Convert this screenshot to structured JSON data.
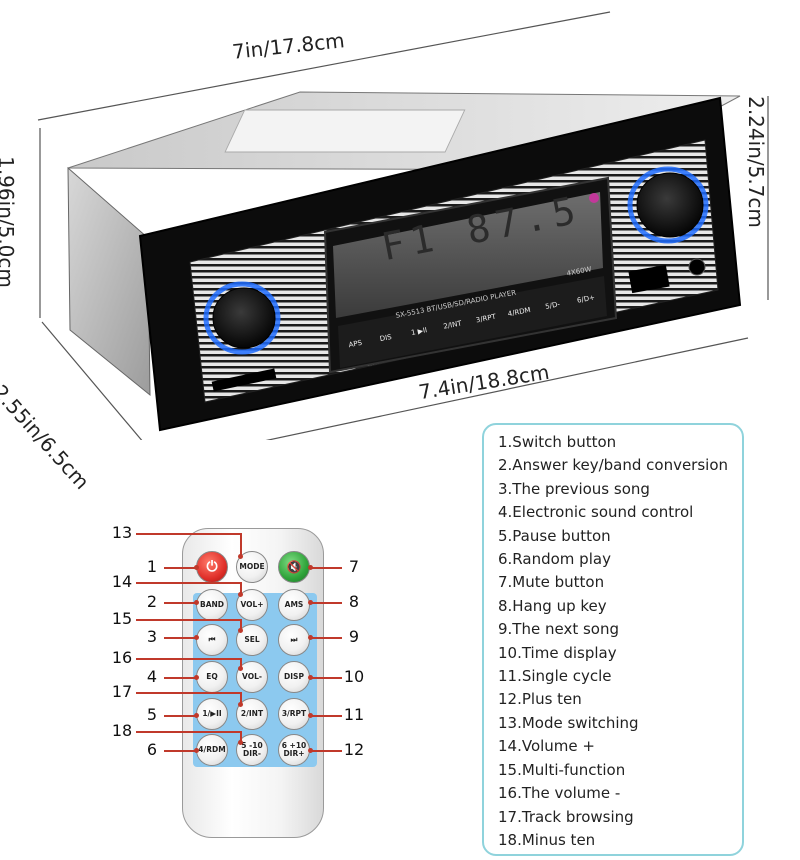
{
  "dimensions": {
    "width_label": "7in/17.8cm",
    "front_width_label": "7.4in/18.8cm",
    "depth_label": "2.55in/6.5cm",
    "height_left_label": "1.96in/5.0cm",
    "height_right_label": "2.24in/5.7cm"
  },
  "stereo": {
    "display_text": "F1 87.5",
    "model_label": "SX-5513   BT/USB/SD/RADIO PLAYER",
    "power_label": "4X60W",
    "aps_label": "APS",
    "button_labels": [
      "DIS",
      "1 ▶II",
      "2/INT",
      "3/RPT",
      "4/RDM",
      "5/D-",
      "6/D+"
    ]
  },
  "remote": {
    "buttons": [
      {
        "id": "1",
        "label": "⏻"
      },
      {
        "id": "13",
        "label": "MODE"
      },
      {
        "id": "7",
        "label": "🔇"
      },
      {
        "id": "2",
        "label": "BAND"
      },
      {
        "id": "14",
        "label": "VOL+"
      },
      {
        "id": "8",
        "label": "AMS"
      },
      {
        "id": "3",
        "label": "⏮"
      },
      {
        "id": "15",
        "label": "SEL"
      },
      {
        "id": "9",
        "label": "⏭"
      },
      {
        "id": "4",
        "label": "EQ"
      },
      {
        "id": "16",
        "label": "VOL-"
      },
      {
        "id": "10",
        "label": "DISP"
      },
      {
        "id": "5",
        "label": "1/▶II"
      },
      {
        "id": "17",
        "label": "2/INT"
      },
      {
        "id": "11",
        "label": "3/RPT"
      },
      {
        "id": "6",
        "label": "4/RDM"
      },
      {
        "id": "18",
        "label": "5 -10 DIR-"
      },
      {
        "id": "12",
        "label": "6 +10 DIR+"
      }
    ],
    "callouts": [
      "13",
      "1",
      "7",
      "14",
      "2",
      "8",
      "15",
      "3",
      "9",
      "16",
      "4",
      "10",
      "17",
      "5",
      "11",
      "18",
      "6",
      "12"
    ]
  },
  "legend": {
    "items": [
      "1.Switch button",
      "2.Answer key/band conversion",
      "3.The previous song",
      "4.Electronic sound control",
      "5.Pause button",
      "6.Random play",
      "7.Mute button",
      "8.Hang up key",
      "9.The next song",
      "10.Time display",
      "11.Single cycle",
      "12.Plus ten",
      "13.Mode switching",
      "14.Volume +",
      "15.Multi-function",
      "16.The volume -",
      "17.Track browsing",
      "18.Minus ten"
    ]
  },
  "colors": {
    "legend_border": "#8fd3dc",
    "remote_panel": "#8cc9ef",
    "leader_line": "#c0392b",
    "knob_glow": "#1e6cff"
  }
}
